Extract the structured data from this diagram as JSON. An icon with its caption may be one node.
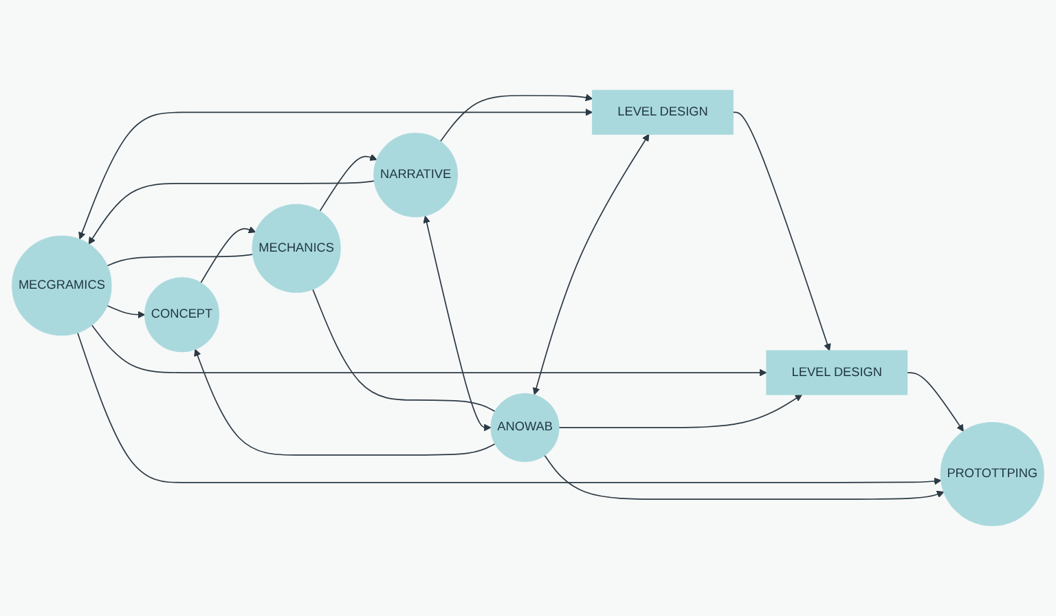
{
  "diagram": {
    "nodes": [
      {
        "text": [
          "CONCEPT"
        ]
      },
      {
        "text": [
          "MECHANICS"
        ]
      },
      {
        "text": [
          "NARRATIVE"
        ]
      },
      {
        "text": [
          "LEVEL DESIGN"
        ]
      },
      {
        "text": [
          "LEVEL DESIGN"
        ]
      },
      {
        "text": [
          "PROTOTTPING"
        ]
      },
      {
        "text": [
          "MECGRAMICS"
        ]
      },
      {
        "text": [
          "ANOWAB"
        ]
      }
    ],
    "edges": [
      {
        "from": 0,
        "to": 1,
        "arrow": "to"
      },
      {
        "from": 1,
        "to": 2,
        "arrow": "to"
      },
      {
        "from": 2,
        "to": 3,
        "arrow": "to"
      },
      {
        "from": 3,
        "to": 4,
        "arrow": "to"
      },
      {
        "from": 4,
        "to": 5,
        "arrow": "to"
      },
      {
        "from": 6,
        "to": 0,
        "arrow": "to"
      },
      {
        "from": 7,
        "to": 0,
        "arrow": "to"
      },
      {
        "from": 1,
        "to": 6,
        "arrow": "none"
      },
      {
        "from": 1,
        "to": 7,
        "arrow": "none"
      },
      {
        "from": 2,
        "to": 6,
        "arrow": "to"
      },
      {
        "from": 2,
        "to": 7,
        "arrow": "both"
      },
      {
        "from": 6,
        "to": 3,
        "arrow": "both"
      },
      {
        "from": 7,
        "to": 3,
        "arrow": "both"
      },
      {
        "from": 6,
        "to": 4,
        "arrow": "to"
      },
      {
        "from": 7,
        "to": 4,
        "arrow": "to"
      },
      {
        "from": 6,
        "to": 5,
        "arrow": "to"
      },
      {
        "from": 7,
        "to": 5,
        "arrow": "to"
      }
    ]
  }
}
